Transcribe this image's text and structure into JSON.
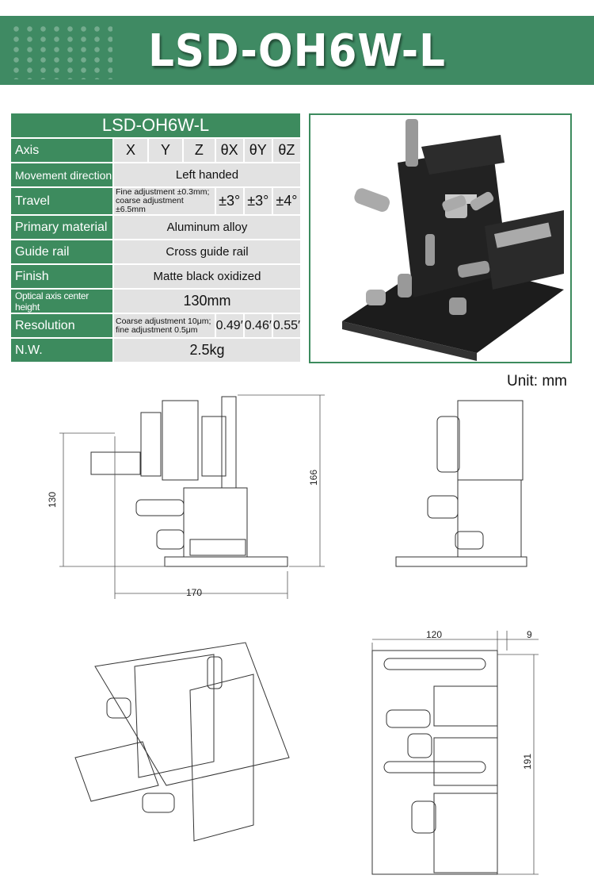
{
  "banner": {
    "title": "LSD-OH6W-L"
  },
  "spec_table": {
    "title": "LSD-OH6W-L",
    "axis": {
      "label": "Axis",
      "values": [
        "X",
        "Y",
        "Z",
        "θX",
        "θY",
        "θZ"
      ]
    },
    "movement_direction": {
      "label": "Movement direction",
      "value": "Left handed"
    },
    "travel": {
      "label": "Travel",
      "linear_line1": "Fine adjustment ±0.3mm;",
      "linear_line2": "coarse adjustment ±6.5mm",
      "theta_x": "±3°",
      "theta_y": "±3°",
      "theta_z": "±4°"
    },
    "primary_material": {
      "label": "Primary material",
      "value": "Aluminum alloy"
    },
    "guide_rail": {
      "label": "Guide rail",
      "value": "Cross guide rail"
    },
    "finish": {
      "label": "Finish",
      "value": "Matte black oxidized"
    },
    "optical_axis": {
      "label": "Optical axis center height",
      "value": "130mm"
    },
    "resolution": {
      "label": "Resolution",
      "linear_line1": "Coarse adjustment 10μm;",
      "linear_line2": "fine adjustment 0.5μm",
      "theta_x": "0.49′",
      "theta_y": "0.46′",
      "theta_z": "0.55′"
    },
    "net_weight": {
      "label": "N.W.",
      "value": "2.5kg"
    }
  },
  "drawings": {
    "unit": "Unit: mm",
    "height_optical": "130",
    "height_total": "166",
    "width_side": "170",
    "width_top": "120",
    "offset_top": "9",
    "depth_top": "191"
  }
}
